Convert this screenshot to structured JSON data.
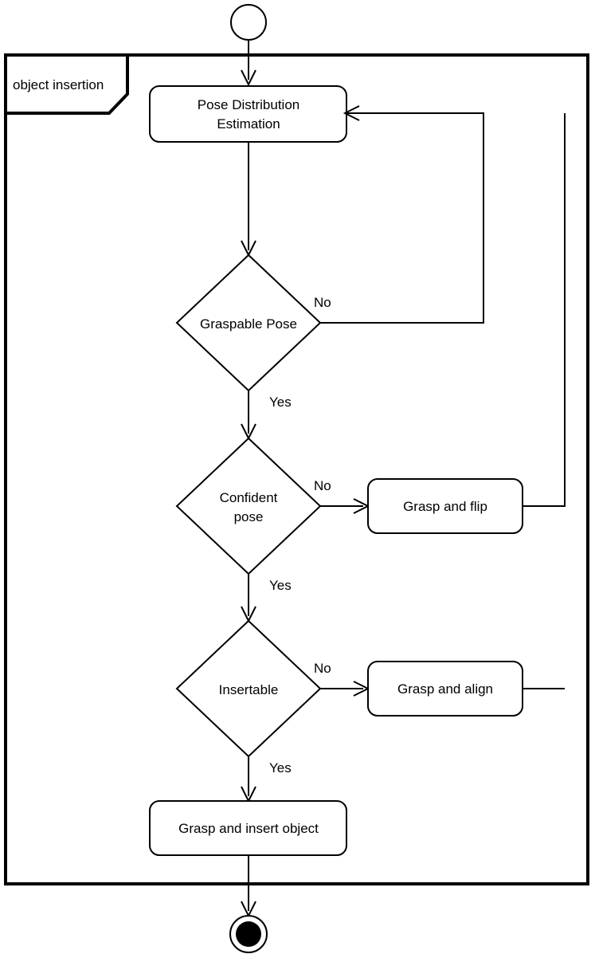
{
  "diagram": {
    "type": "uml-activity-diagram",
    "frame": {
      "label": "object insertion"
    },
    "start_node": {
      "name": "initial-node"
    },
    "end_node": {
      "name": "final-node"
    },
    "actions": [
      {
        "id": "pose_estimation",
        "label": "Pose Distribution\nEstimation",
        "line1": "Pose Distribution",
        "line2": "Estimation"
      },
      {
        "id": "grasp_and_flip",
        "label": "Grasp and flip"
      },
      {
        "id": "grasp_and_align",
        "label": "Grasp and align"
      },
      {
        "id": "grasp_and_insert",
        "label": "Grasp and insert object"
      }
    ],
    "decisions": [
      {
        "id": "graspable_pose",
        "label": "Graspable Pose",
        "line1": "Graspable Pose",
        "line2": ""
      },
      {
        "id": "confident_pose",
        "label": "Confident pose",
        "line1": "Confident",
        "line2": "pose"
      },
      {
        "id": "insertable",
        "label": "Insertable",
        "line1": "Insertable",
        "line2": ""
      }
    ],
    "edge_labels": {
      "graspable_no": "No",
      "graspable_yes": "Yes",
      "confident_no": "No",
      "confident_yes": "Yes",
      "insertable_no": "No",
      "insertable_yes": "Yes"
    },
    "colors": {
      "stroke": "#000000",
      "fill": "#ffffff",
      "final_node_fill": "#000000"
    }
  }
}
